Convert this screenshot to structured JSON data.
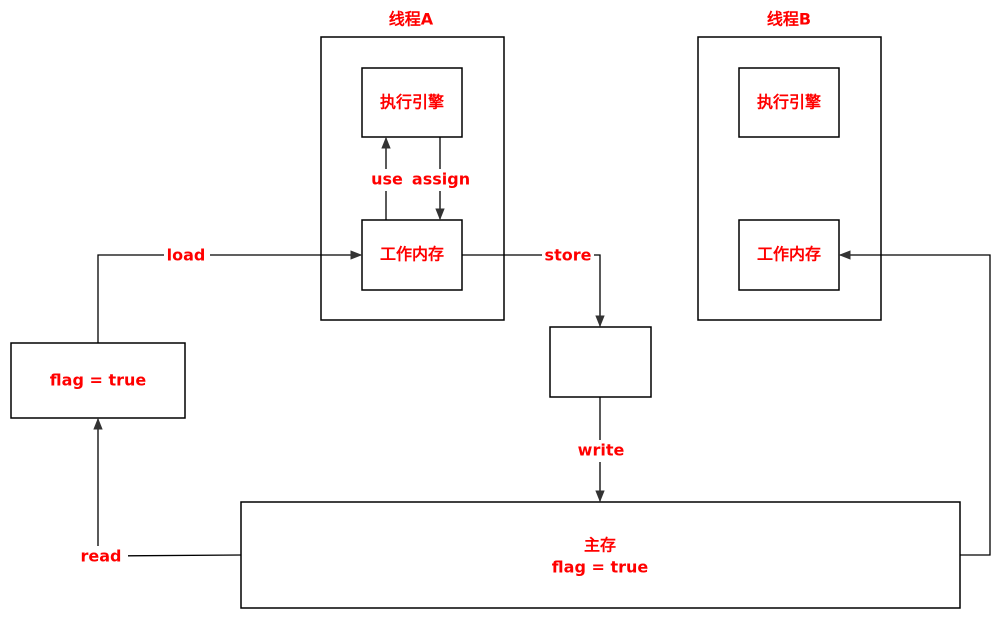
{
  "thread_a": {
    "title": "线程A",
    "engine": "执行引擎",
    "work_memory": "工作内存"
  },
  "thread_b": {
    "title": "线程B",
    "engine": "执行引擎",
    "work_memory": "工作内存"
  },
  "flag_box": {
    "text": "flag = true"
  },
  "main_memory": {
    "title": "主存",
    "value": "flag = true"
  },
  "operations": {
    "use": "use",
    "assign": "assign",
    "load": "load",
    "store": "store",
    "write": "write",
    "read": "read"
  },
  "colors": {
    "label": "#ff0000",
    "stroke": "#000000"
  }
}
